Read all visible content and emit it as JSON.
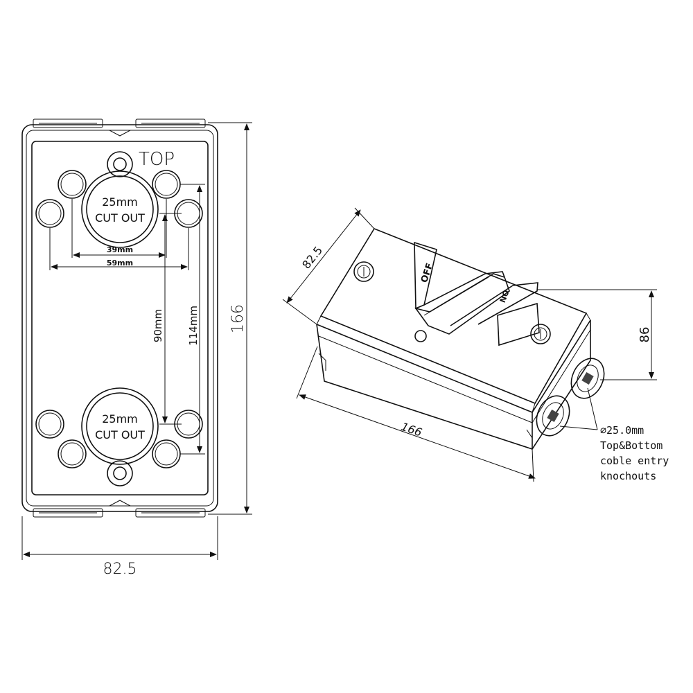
{
  "front_view": {
    "top_label": "TOP",
    "cutout_top": {
      "size": "25mm",
      "text": "CUT OUT"
    },
    "cutout_bottom": {
      "size": "25mm",
      "text": "CUT OUT"
    },
    "dim_39": "39mm",
    "dim_59": "59mm",
    "dim_90": "90mm",
    "dim_114": "114mm",
    "dim_height": "166",
    "dim_width": "82.5"
  },
  "iso_view": {
    "dim_depth": "82.5",
    "dim_length": "166",
    "dim_height": "86",
    "switch_off": "OFF",
    "switch_on": "ON",
    "note_line1": "∅25.0mm",
    "note_line2": "Top&Bottom",
    "note_line3": "coble entry",
    "note_line4": "knochouts"
  }
}
